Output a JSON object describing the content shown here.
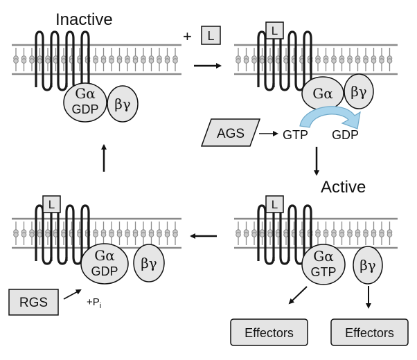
{
  "states": {
    "inactive_label": "Inactive",
    "active_label": "Active"
  },
  "ligand": {
    "plus": "+",
    "label": "L"
  },
  "g_alpha": "Gα",
  "beta_gamma": "βγ",
  "gdp": "GDP",
  "gtp": "GTP",
  "exchange": {
    "gtp": "GTP",
    "gdp": "GDP"
  },
  "ags": "AGS",
  "rgs": "RGS",
  "phosphate": {
    "plus_p": "+P",
    "subscript": "i"
  },
  "effectors": [
    "Effectors",
    "Effectors"
  ],
  "colors": {
    "membrane_line": "#8a8a8a",
    "lipid_head": "#c9c9c9",
    "receptor": "#1a1a1a",
    "subunit_fill": "#e6e6e6",
    "box_fill": "#e4e4e4",
    "exchange_arrow": "#a8d4ec",
    "exchange_arrow_stroke": "#6fa9c9"
  }
}
